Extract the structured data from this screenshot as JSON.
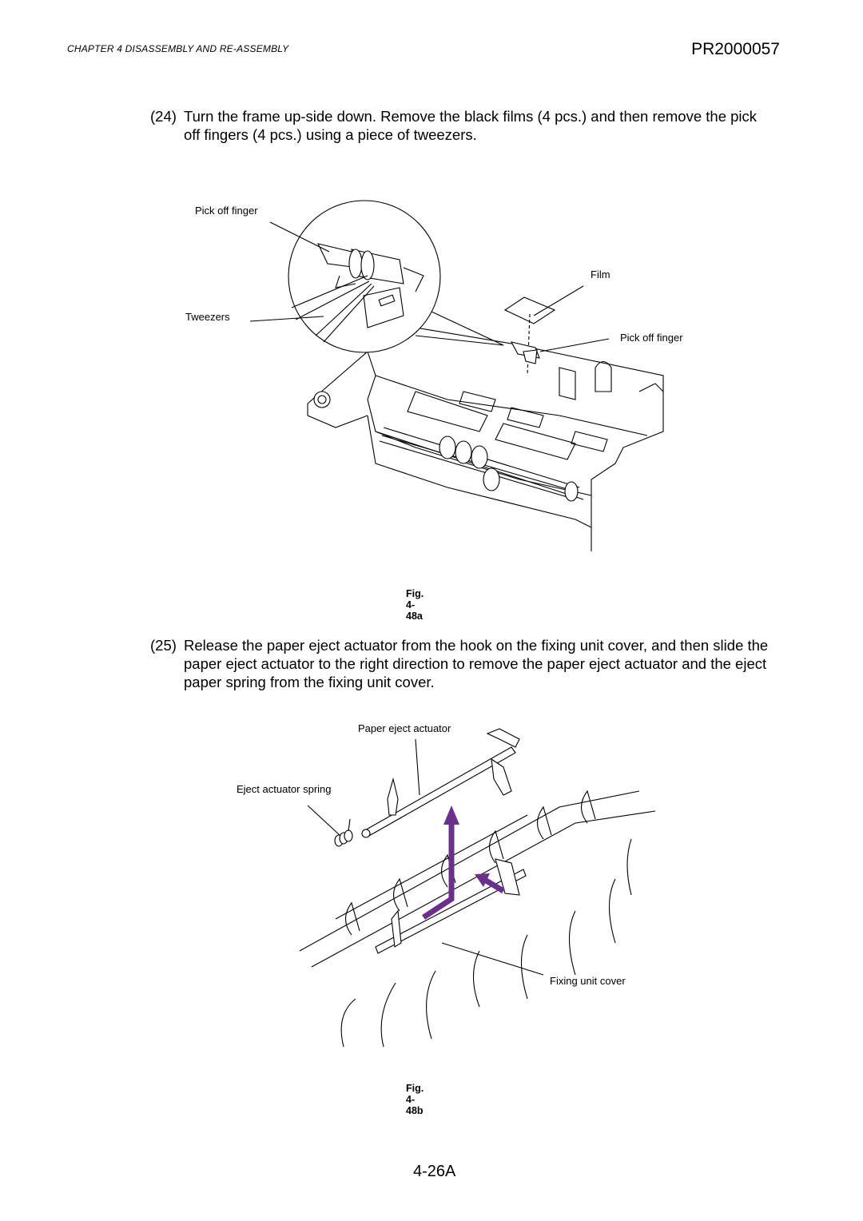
{
  "header": {
    "chapter": "CHAPTER 4   DISASSEMBLY AND RE-ASSEMBLY",
    "doc_id": "PR2000057"
  },
  "steps": [
    {
      "number": "(24)",
      "text": "Turn the frame up-side down.   Remove the black films (4 pcs.) and then remove the pick off fingers (4 pcs.) using a piece of tweezers."
    },
    {
      "number": "(25)",
      "text": "Release the paper eject actuator from the hook on the fixing unit cover, and then slide the paper eject actuator to the right direction to remove the paper eject actuator and the eject paper spring from the fixing unit cover."
    }
  ],
  "figures": [
    {
      "caption": "Fig. 4-48a",
      "labels": {
        "pick_off_finger_top": "Pick off finger",
        "film": "Film",
        "tweezers": "Tweezers",
        "pick_off_finger_right": "Pick off finger"
      }
    },
    {
      "caption": "Fig. 4-48b",
      "labels": {
        "paper_eject_actuator": "Paper eject actuator",
        "eject_actuator_spring": "Eject actuator spring",
        "fixing_unit_cover": "Fixing unit cover"
      },
      "arrow_color": "#6b2f8c"
    }
  ],
  "page_number": "4-26A"
}
